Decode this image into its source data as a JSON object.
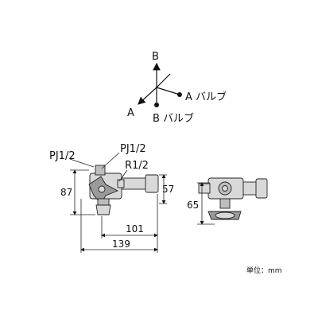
{
  "axes": {
    "b_label": "B",
    "a_label": "A",
    "a_valve_label": "A バルブ",
    "b_valve_label": "B バルブ"
  },
  "front_view": {
    "pj_left": "PJ1/2",
    "pj_right": "PJ1/2",
    "r_label": "R1/2",
    "dim_height": "87",
    "dim_right": "57",
    "dim_101": "101",
    "dim_139": "139"
  },
  "side_view": {
    "dim_height": "65"
  },
  "unit_note": "単位：mm"
}
